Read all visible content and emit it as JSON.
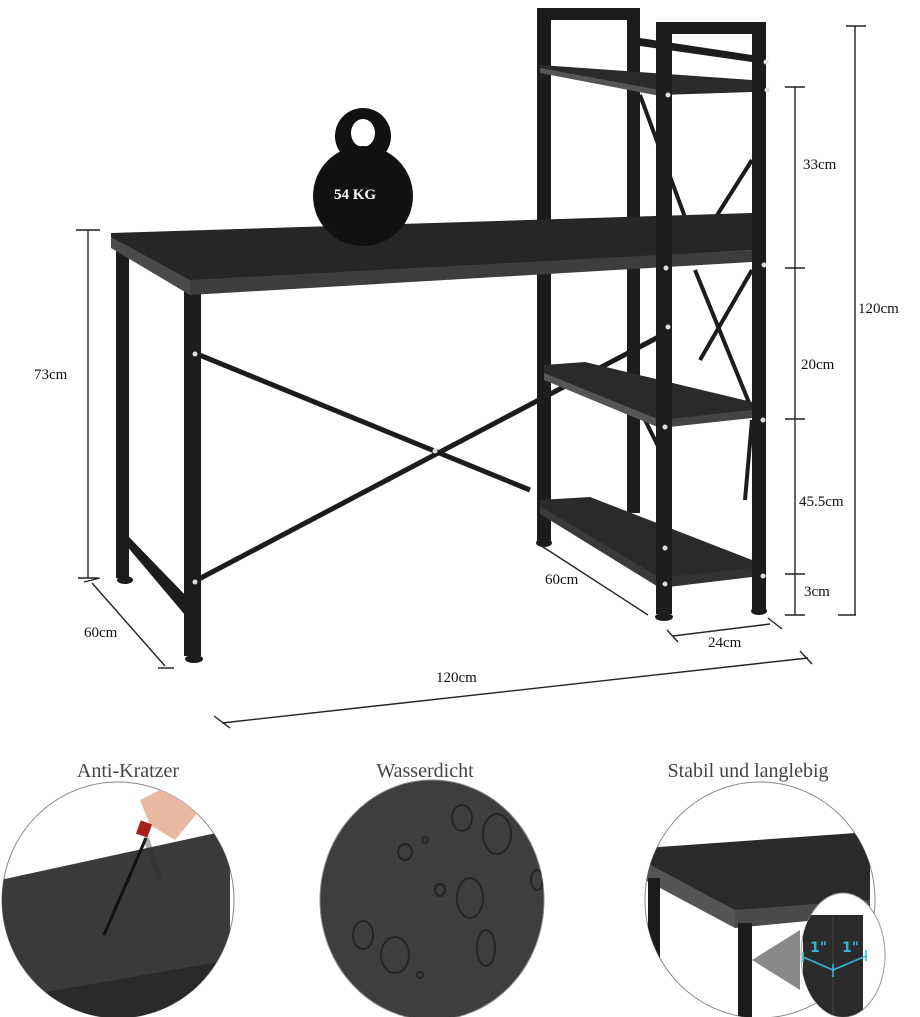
{
  "product": {
    "load_capacity": "54 KG",
    "colors": {
      "frame": "#1c1c1c",
      "surface": "#262626",
      "edge": "#4a4a4a",
      "accent_dimension": "#2fb7d8",
      "label_text": "#111111",
      "feature_title": "#444444"
    }
  },
  "dimensions": {
    "desk_height": "73cm",
    "desk_depth": "60cm",
    "total_width": "120cm",
    "total_height": "120cm",
    "shelf_depth": "60cm",
    "shelf_width": "24cm",
    "shelf_gaps": [
      "33cm",
      "20cm",
      "45.5cm",
      "3cm"
    ]
  },
  "features": [
    {
      "title": "Anti-Kratzer"
    },
    {
      "title": "Wasserdicht"
    },
    {
      "title": "Stabil und langlebig",
      "detail_labels": [
        "1\"",
        "1\""
      ]
    }
  ]
}
